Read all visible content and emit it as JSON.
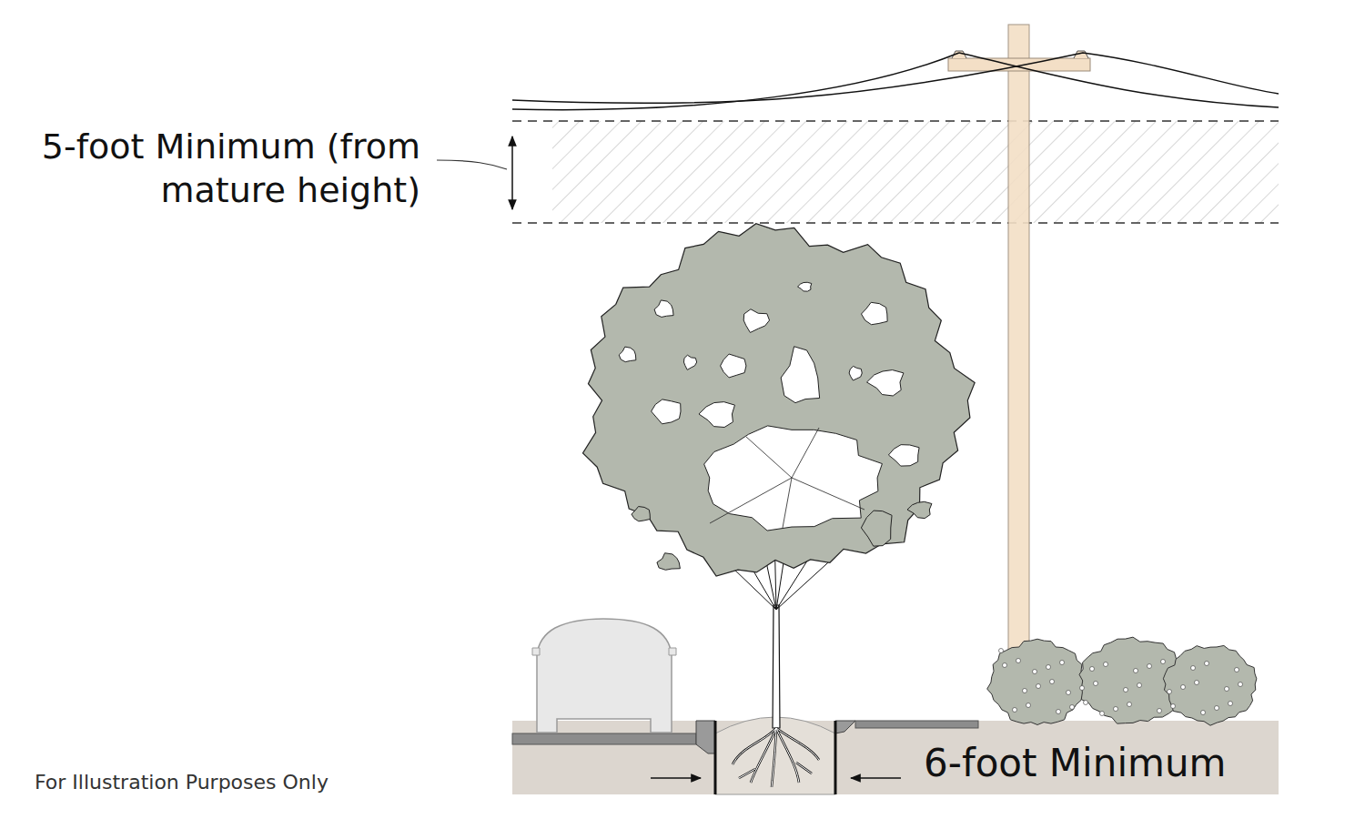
{
  "diagram": {
    "labels": [
      "5-foot Minimum (from mature height)",
      "6-foot Minimum",
      "For Illustration Purposes Only"
    ]
  }
}
